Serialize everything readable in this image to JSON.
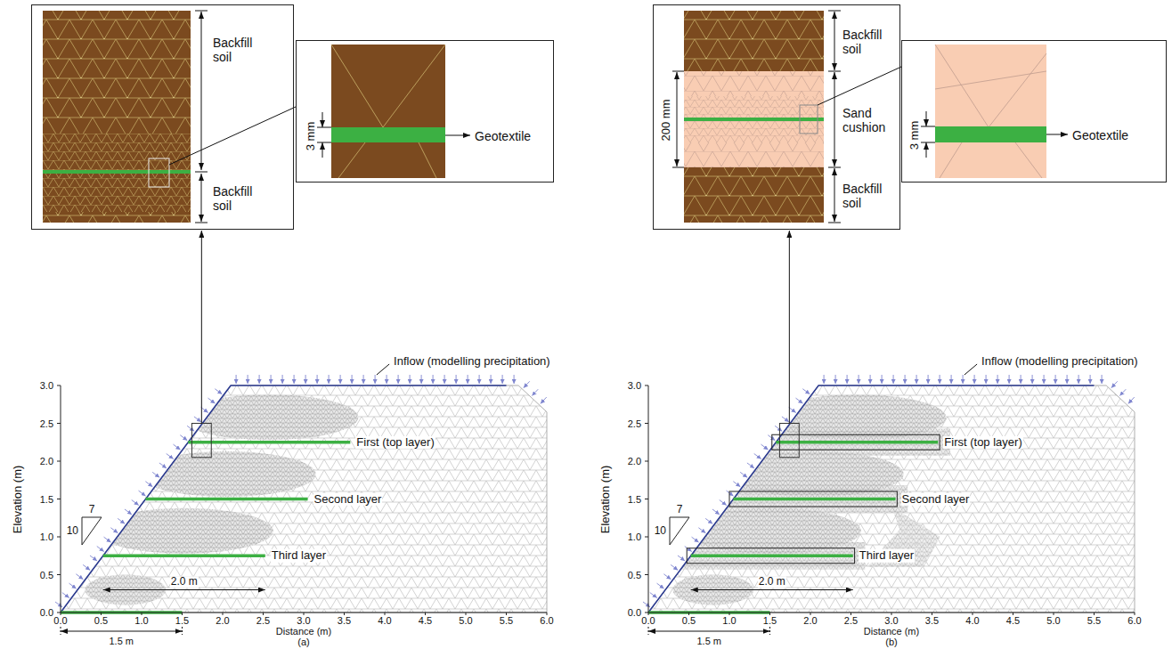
{
  "diagram": {
    "nodes": [
      {
        "text": [
          "Backfill soil",
          "Backfill soil"
        ]
      },
      {
        "text": [
          "3 mm",
          "Geotextile"
        ]
      },
      {
        "text": [
          "Backfill soil",
          "200 mm",
          "Sand cushion",
          "Backfill soil"
        ]
      },
      {
        "text": [
          "3 mm",
          "Geotextile"
        ]
      }
    ],
    "labels": [
      "Inflow (modelling precipitation)",
      "3.0",
      "2.5",
      "2.0",
      "1.5",
      "1.0",
      "0.5",
      "0.0",
      "Elevation (m)",
      "0.0",
      "0.5",
      "1.0",
      "1.5",
      "2.0",
      "2.5",
      "3.0",
      "3.5",
      "4.0",
      "4.5",
      "5.0",
      "5.5",
      "6.0",
      "Distance (m)",
      "First (top layer)",
      "Second layer",
      "Third layer",
      "7",
      "10",
      "2.0 m",
      "1.5 m",
      "(a)",
      "Inflow (modelling precipitation)",
      "3.0",
      "2.5",
      "2.0",
      "1.5",
      "1.0",
      "0.5",
      "0.0",
      "Elevation (m)",
      "0.0",
      "0.5",
      "1.0",
      "1.5",
      "2.0",
      "2.5",
      "3.0",
      "3.5",
      "4.0",
      "4.5",
      "5.0",
      "5.5",
      "6.0",
      "Distance (m)",
      "First (top layer)",
      "Second layer",
      "Third layer",
      "7",
      "10",
      "2.0 m",
      "1.5 m",
      "(b)"
    ]
  }
}
